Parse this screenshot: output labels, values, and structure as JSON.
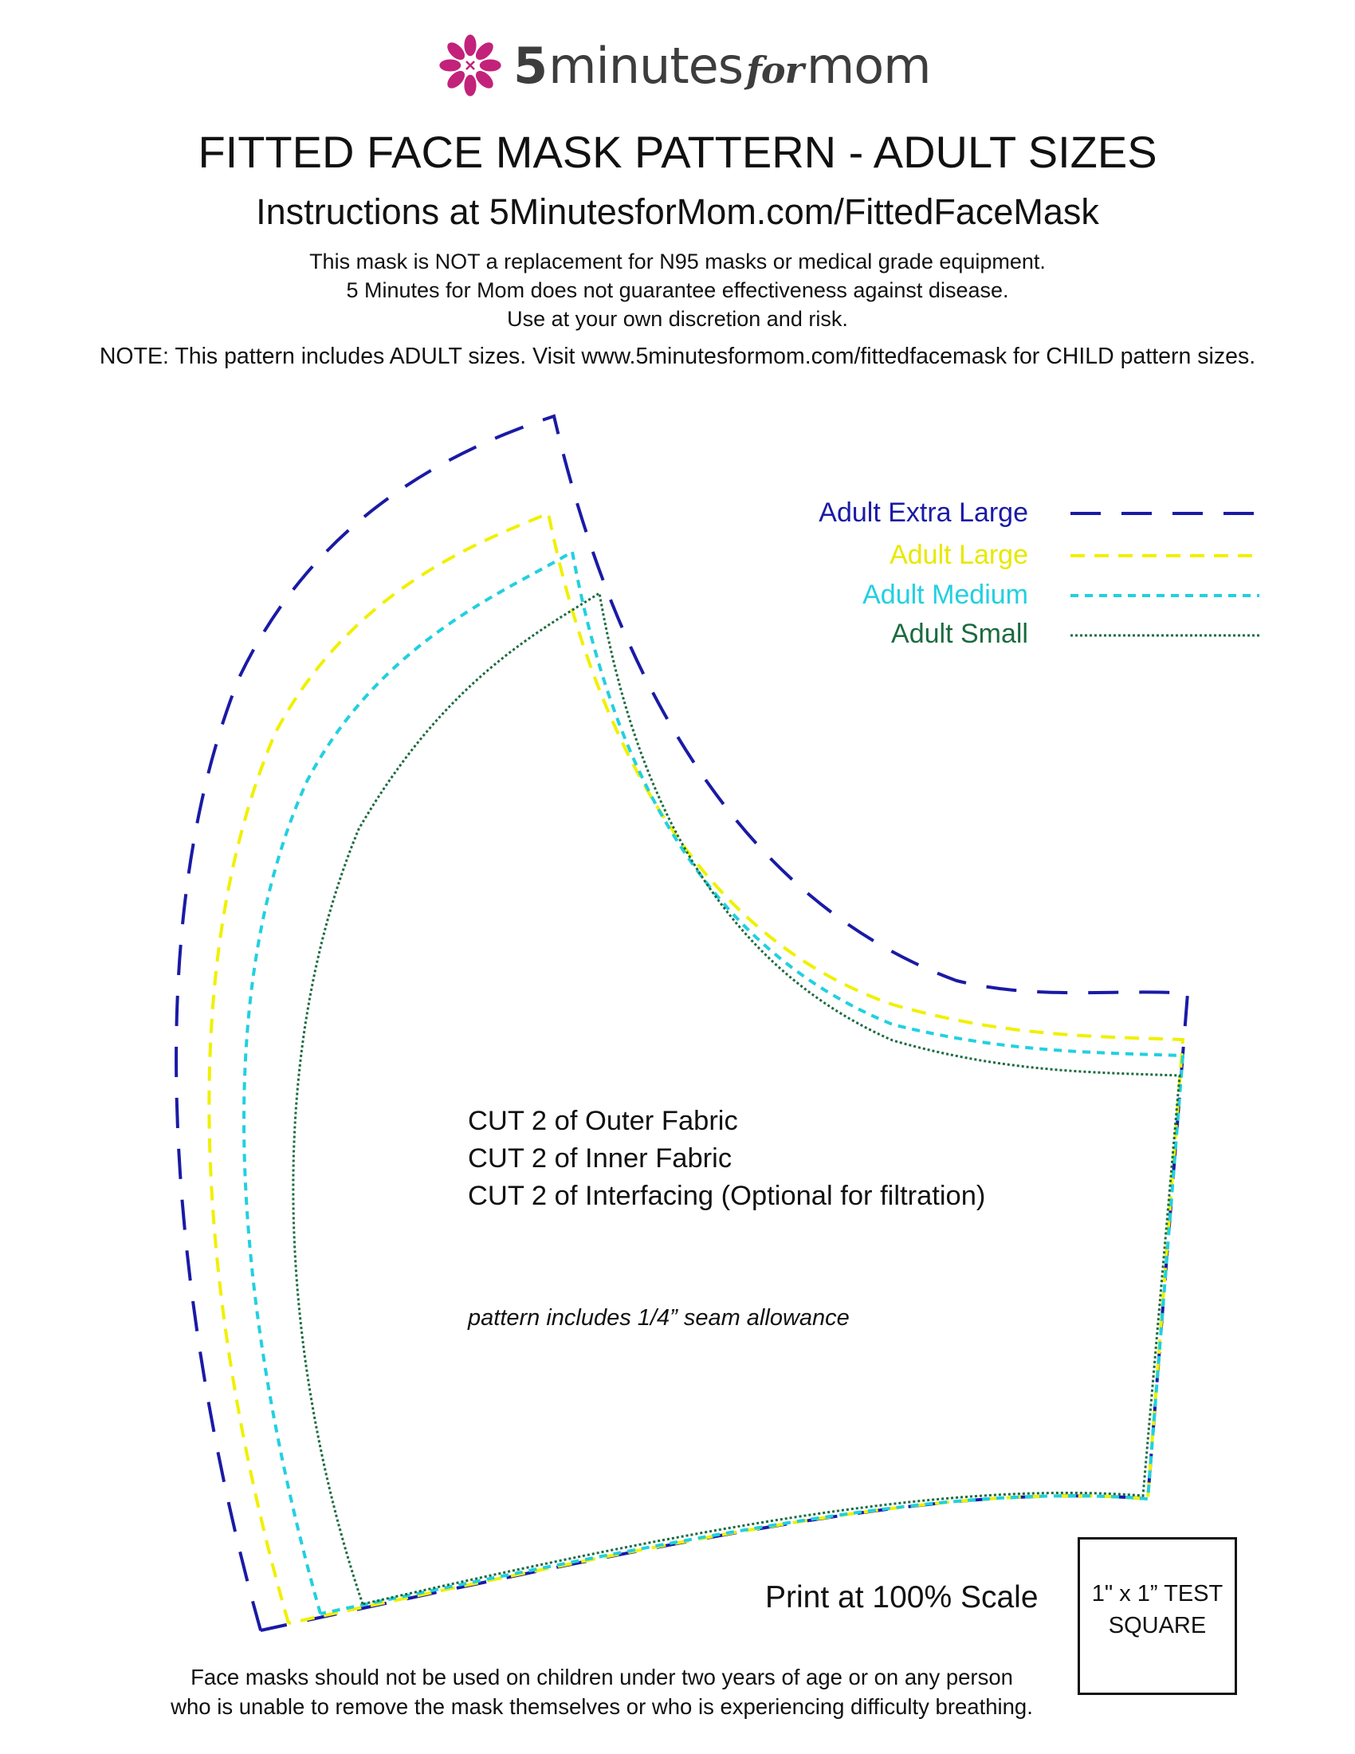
{
  "logo": {
    "number": "5",
    "word_minutes": "minutes",
    "word_for": "for",
    "word_mom": "mom",
    "mark_color": "#c2227a",
    "text_color": "#3d3d3d"
  },
  "header": {
    "title": "FITTED FACE MASK PATTERN - ADULT SIZES",
    "subtitle": "Instructions at 5MinutesforMom.com/FittedFaceMask",
    "disclaimer_line1": "This mask is NOT a replacement for N95 masks or medical grade equipment.",
    "disclaimer_line2": "5 Minutes for Mom does not guarantee effectiveness against disease.",
    "disclaimer_line3": "Use at your own discretion and risk.",
    "note": "NOTE: This pattern includes ADULT sizes. Visit www.5minutesformom.com/fittedfacemask for CHILD pattern sizes."
  },
  "legend": {
    "items": [
      {
        "label": "Adult Extra Large",
        "color": "#1a1aa6",
        "line_style": "long-dash"
      },
      {
        "label": "Adult Large",
        "color": "#f0f000",
        "line_style": "dash"
      },
      {
        "label": "Adult Medium",
        "color": "#22d0e0",
        "line_style": "short-dash"
      },
      {
        "label": "Adult Small",
        "color": "#1b6b3f",
        "line_style": "dotted"
      }
    ]
  },
  "instructions": {
    "cut1": "CUT 2 of Outer Fabric",
    "cut2": "CUT 2 of Inner Fabric",
    "cut3": "CUT 2 of Interfacing (Optional for filtration)",
    "seam_note": "pattern includes 1/4” seam allowance"
  },
  "print": {
    "scale_label": "Print at 100% Scale",
    "test_square_line1": "1\" x 1” TEST",
    "test_square_line2": "SQUARE"
  },
  "footer": {
    "warning_line1": "Face masks should not be used on children under two years of age or on any person",
    "warning_line2": "who is unable to remove the mask themselves or who is experiencing difficulty breathing."
  }
}
